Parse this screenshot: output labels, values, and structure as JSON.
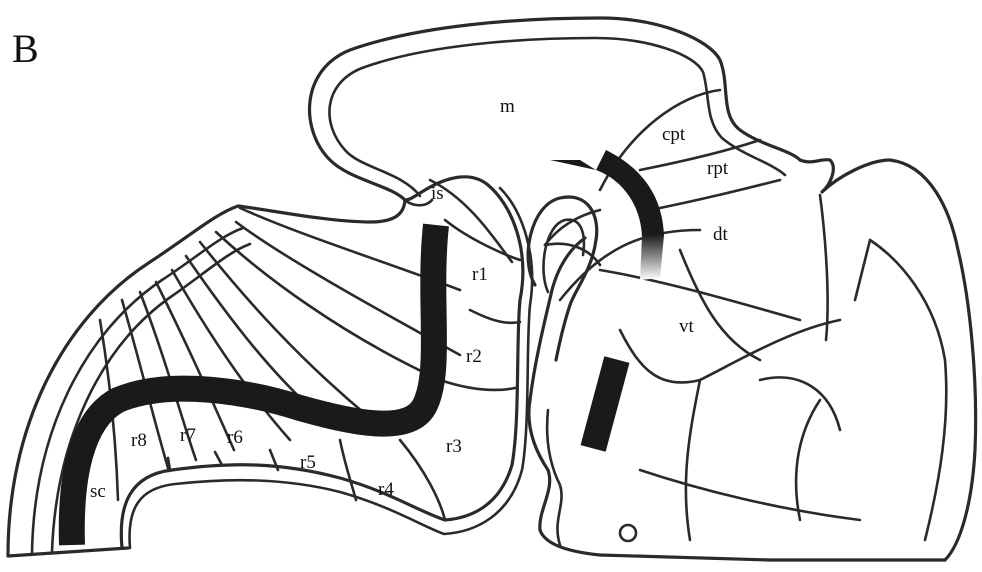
{
  "panel_label": "B",
  "regions": {
    "m": "m",
    "cpt": "cpt",
    "rpt": "rpt",
    "dt": "dt",
    "vt": "vt",
    "is": "is",
    "r1": "r1",
    "r2": "r2",
    "r3": "r3",
    "r4": "r4",
    "r5": "r5",
    "r6": "r6",
    "r7": "r7",
    "r8": "r8",
    "sc": "sc"
  }
}
